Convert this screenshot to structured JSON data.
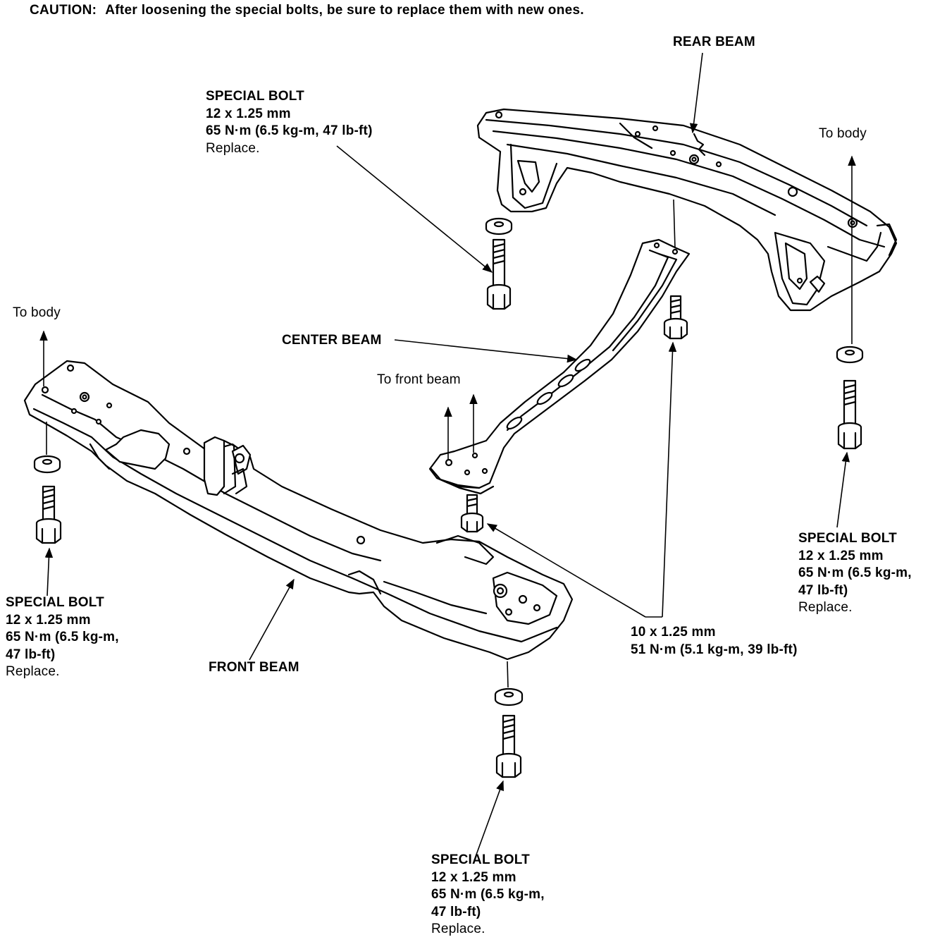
{
  "caution": {
    "lead": "CAUTION:",
    "text": "After loosening the special bolts, be sure to replace them with new ones."
  },
  "labels": {
    "rear_beam": "REAR BEAM",
    "center_beam": "CENTER BEAM",
    "front_beam": "FRONT BEAM",
    "to_body_rear": "To body",
    "to_body_front": "To body",
    "to_front_beam": "To front beam"
  },
  "callouts": {
    "special_bolt_rear_left": {
      "lines": [
        "SPECIAL BOLT",
        "12 x 1.25 mm",
        "65 N·m (6.5 kg-m, 47 lb-ft)",
        "Replace."
      ]
    },
    "special_bolt_rear_right": {
      "lines": [
        "SPECIAL BOLT",
        "12 x 1.25 mm",
        "65 N·m (6.5 kg-m,",
        "47 lb-ft)",
        "Replace."
      ]
    },
    "special_bolt_front_left": {
      "lines": [
        "SPECIAL BOLT",
        "12 x 1.25 mm",
        "65 N·m (6.5 kg-m,",
        "47 lb-ft)",
        "Replace."
      ]
    },
    "special_bolt_front_bottom": {
      "lines": [
        "SPECIAL BOLT",
        "12 x 1.25 mm",
        "65 N·m (6.5 kg-m,",
        "47 lb-ft)",
        "Replace."
      ]
    },
    "center_bolts": {
      "lines": [
        "10 x 1.25 mm",
        "51 N·m (5.1 kg-m, 39 lb-ft)"
      ]
    }
  }
}
